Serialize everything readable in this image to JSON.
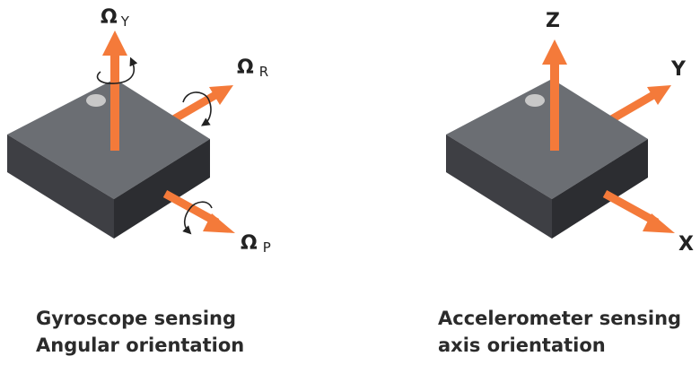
{
  "colors": {
    "arrow": "#f47a3a",
    "chip_top": "#6b6e73",
    "chip_side_left": "#3e3f44",
    "chip_side_right": "#2c2d31",
    "marker": "#c8c8c8",
    "rotation_arrow": "#222222",
    "text": "#2b2b2b"
  },
  "gyroscope": {
    "labels": {
      "yaw": {
        "symbol": "Ω",
        "sub": "Y"
      },
      "roll": {
        "symbol": "Ω",
        "sub": "R"
      },
      "pitch": {
        "symbol": "Ω",
        "sub": "P"
      }
    },
    "caption": {
      "line1": "Gyroscope sensing",
      "line2": "Angular orientation"
    }
  },
  "accelerometer": {
    "labels": {
      "z": "Z",
      "y": "Y",
      "x": "X"
    },
    "caption": {
      "line1": "Accelerometer sensing",
      "line2": "axis orientation"
    }
  },
  "icons": [
    "rotation-arrow-icon"
  ]
}
